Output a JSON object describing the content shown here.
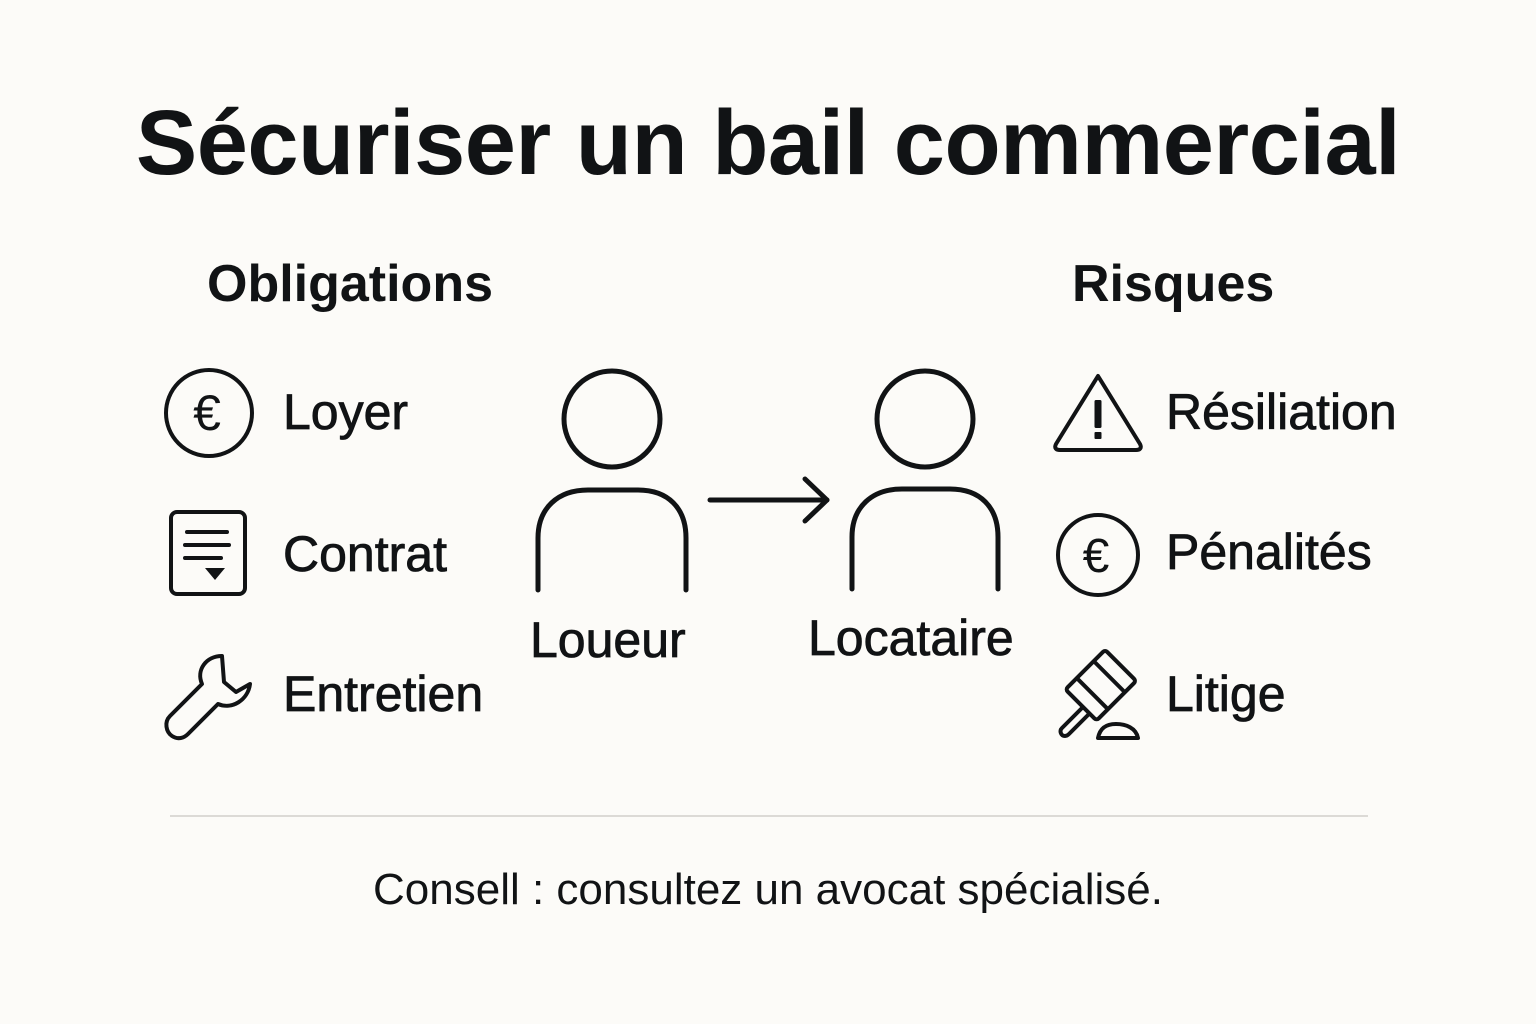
{
  "title": "Sécuriser un bail commercial",
  "obligations": {
    "heading": "Obligations",
    "items": [
      {
        "label": "Loyer",
        "icon": "euro-circle-icon"
      },
      {
        "label": "Contrat",
        "icon": "document-icon"
      },
      {
        "label": "Entretien",
        "icon": "wrench-icon"
      }
    ]
  },
  "parties": {
    "from": {
      "label": "Loueur",
      "icon": "person-icon"
    },
    "to": {
      "label": "Locataire",
      "icon": "person-icon"
    },
    "connector": "arrow-right-icon"
  },
  "risques": {
    "heading": "Risques",
    "items": [
      {
        "label": "Résiliation",
        "icon": "warning-triangle-icon"
      },
      {
        "label": "Pénalités",
        "icon": "euro-circle-icon"
      },
      {
        "label": "Litige",
        "icon": "gavel-icon"
      }
    ]
  },
  "footer": {
    "text": "Consell : consultez un avocat spécialisé."
  },
  "colors": {
    "background": "#fcfbf8",
    "ink": "#111315",
    "divider": "#dcdad6"
  }
}
